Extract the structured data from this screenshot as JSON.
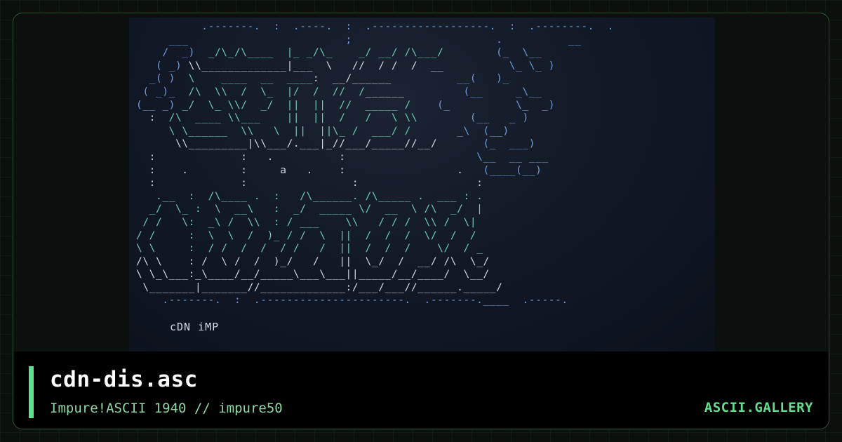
{
  "artwork": {
    "tag": "cDN iMP"
  },
  "footer": {
    "title": "cdn-dis.asc",
    "subtitle": "Impure!ASCII 1940 // impure50",
    "brand": "ASCII.GALLERY"
  },
  "colors": {
    "accent": "#57e389",
    "subtitle": "#8fd6a2",
    "brand": "#5fe08f",
    "art_blue": "#6f9bd6",
    "art_teal": "#6fc7b8",
    "art_white": "#cfd8e3",
    "background": "#0b0f0d",
    "footer_bg": "#000000"
  }
}
